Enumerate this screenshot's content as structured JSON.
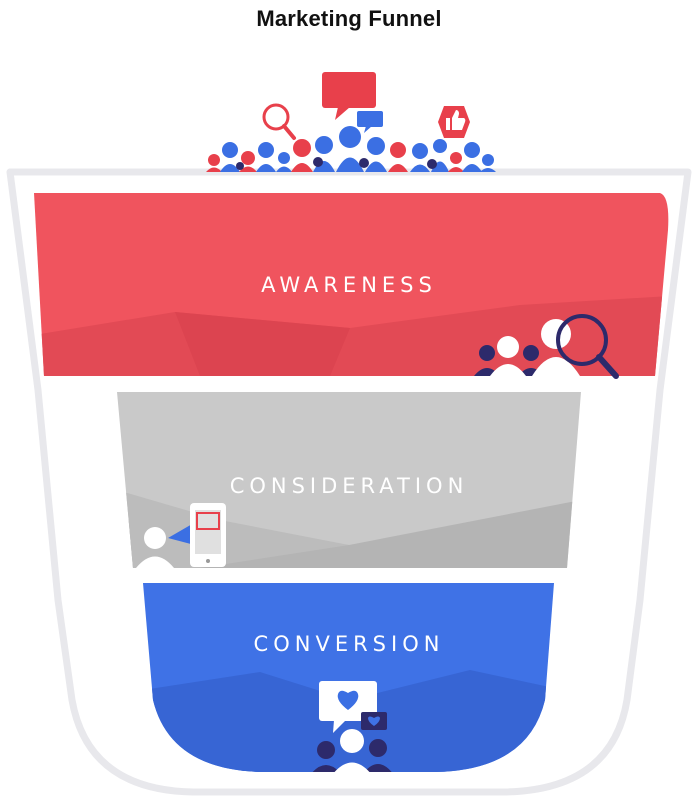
{
  "title": "Marketing Funnel",
  "stages": [
    {
      "label": "AWARENESS",
      "color": "#f0545e"
    },
    {
      "label": "CONSIDERATION",
      "color": "#c9c9c9"
    },
    {
      "label": "CONVERSION",
      "color": "#3f72e6"
    }
  ],
  "accent_colors": {
    "red": "#e8404b",
    "blue": "#3b6fe3",
    "navy": "#2d2a6b",
    "outline": "#e8e8ec"
  },
  "icons": [
    "magnifier-icon",
    "speech-bubble-icon",
    "thumbs-up-icon",
    "phone-icon",
    "heart-bubble-icon",
    "people-icon"
  ]
}
